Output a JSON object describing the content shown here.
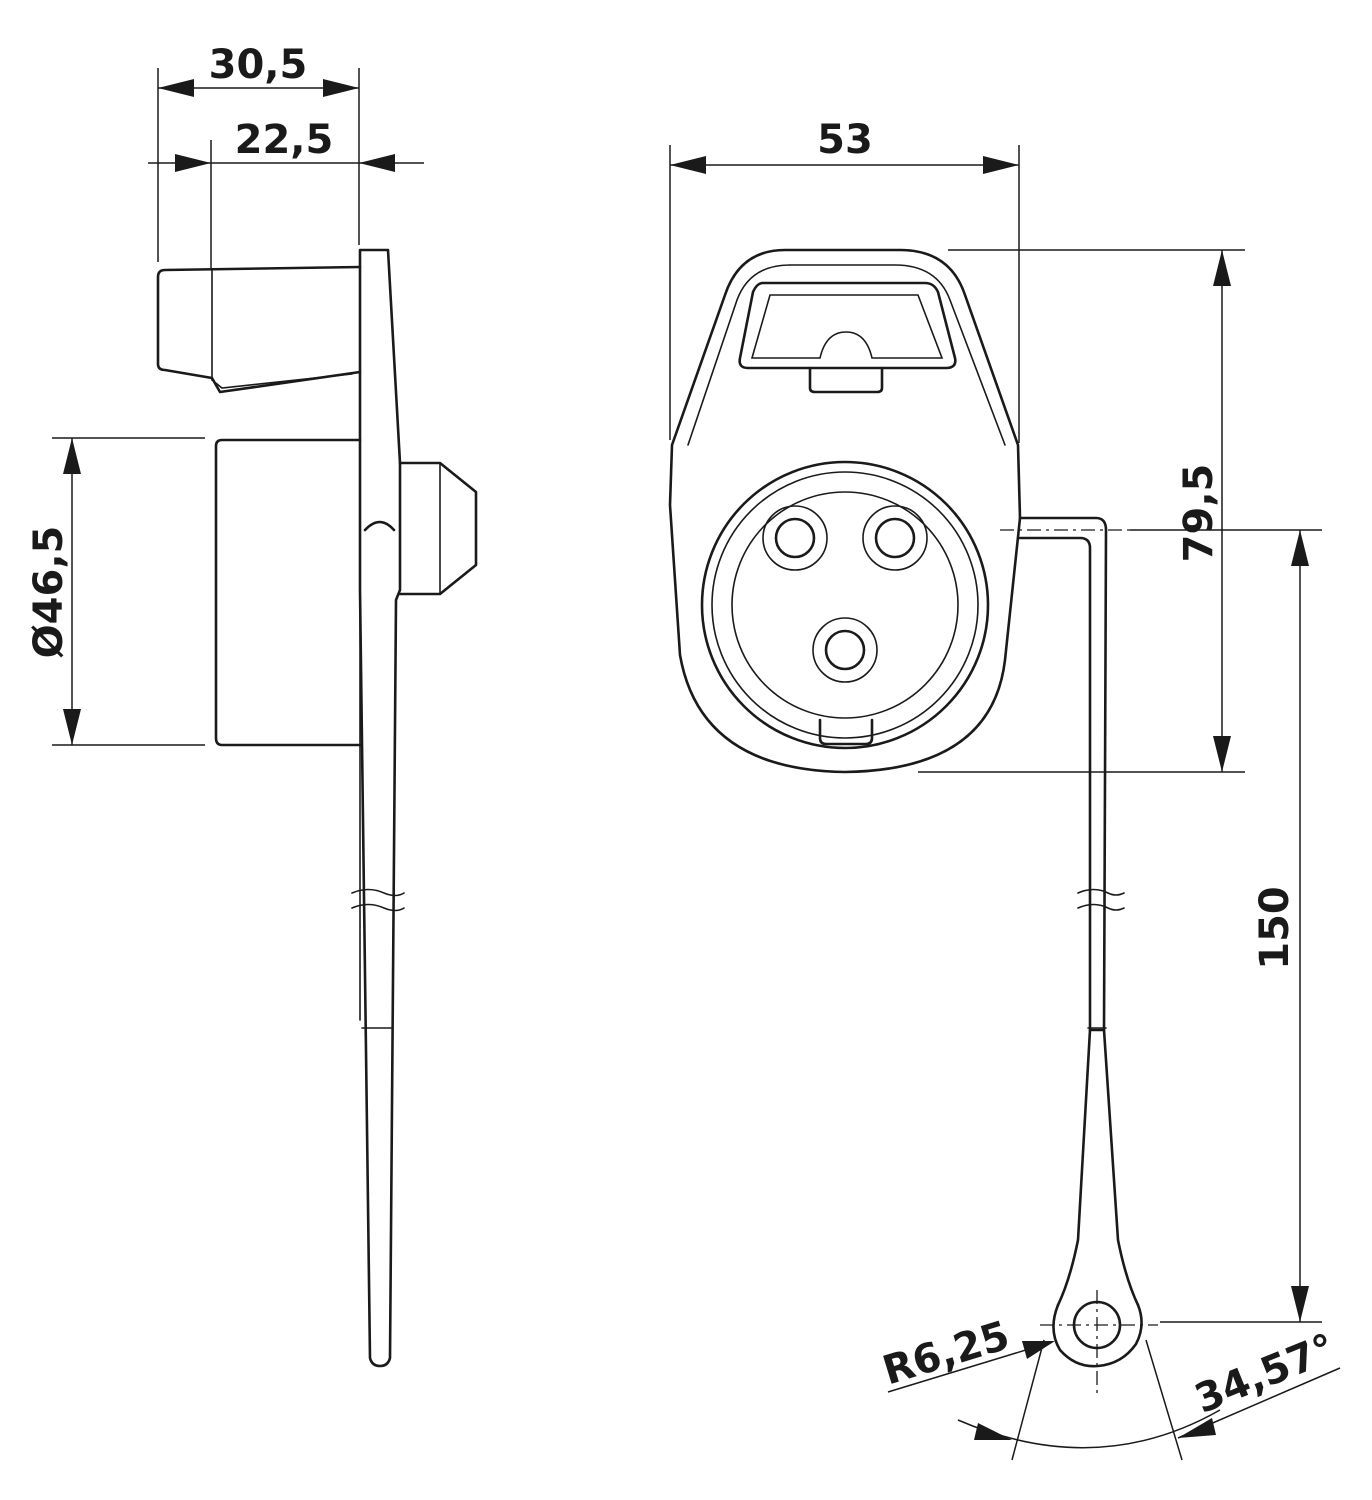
{
  "dimensions": {
    "side_depth_total": "30,5",
    "side_depth_inner": "22,5",
    "side_diameter": "Ø46,5",
    "front_width": "53",
    "front_height": "79,5",
    "strap_length": "150",
    "tab_radius": "R6,25",
    "tab_angle": "34,57°"
  }
}
